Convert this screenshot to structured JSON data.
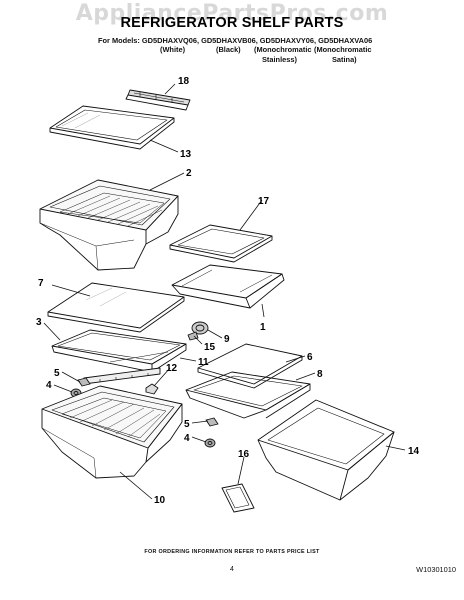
{
  "watermark": "AppliancePartsPros.com",
  "title": "REFRIGERATOR SHELF PARTS",
  "models_line": "For Models: GD5DHAXVQ06, GD5DHAXVB06, GD5DHAXVY06, GD5DHAXVA06",
  "variants": [
    "(White)",
    "(Black)",
    "(Monochromatic",
    "(Monochromatic",
    "Stainless)",
    "Satina)"
  ],
  "callouts": [
    "18",
    "13",
    "2",
    "17",
    "7",
    "1",
    "3",
    "15",
    "9",
    "11",
    "6",
    "8",
    "12",
    "5",
    "4",
    "5",
    "4",
    "14",
    "16",
    "10"
  ],
  "footer_note": "FOR ORDERING INFORMATION REFER TO PARTS PRICE LIST",
  "page_number": "4",
  "document_number": "W10301010"
}
